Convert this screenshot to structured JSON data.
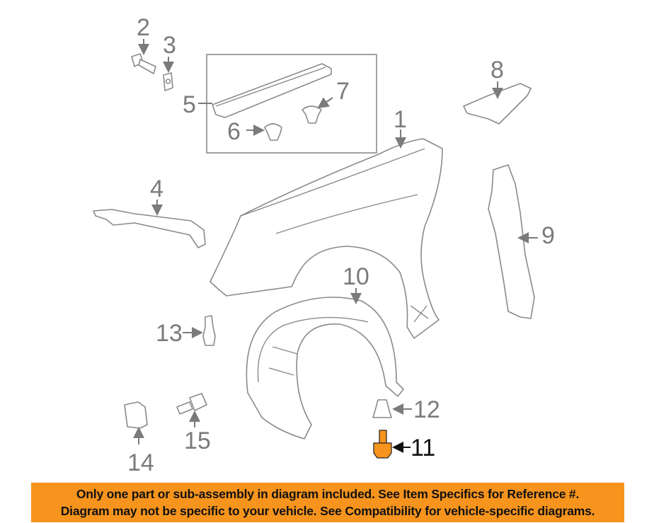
{
  "diagram": {
    "callouts": [
      "1",
      "2",
      "3",
      "4",
      "5",
      "6",
      "7",
      "8",
      "9",
      "10",
      "11",
      "12",
      "13",
      "14",
      "15"
    ],
    "highlighted_part": "11",
    "colors": {
      "highlight": "#F7941D",
      "linework": "#8a8a8a",
      "banner": "#F7941D"
    }
  },
  "banner": {
    "line1": "Only one part or sub-assembly in diagram included. See Item Specifics for Reference #.",
    "line2": "Diagram may not be specific to your vehicle. See Compatibility for vehicle-specific diagrams."
  }
}
